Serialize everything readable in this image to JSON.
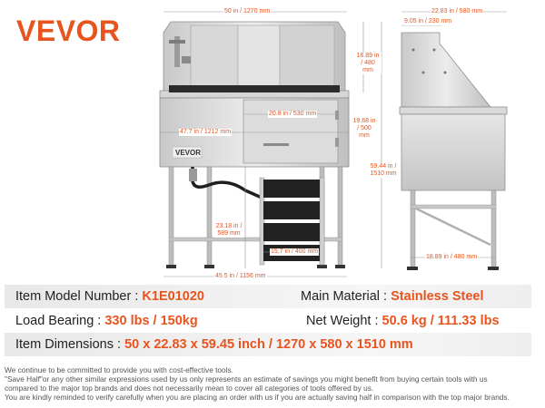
{
  "brand": {
    "logo_text": "VEVOR",
    "plate_text": "VEVOR",
    "accent_color": "#E8541E"
  },
  "dimensions": {
    "top_width": "50 in / 1270 mm",
    "back_height": "18.89 in / 480 mm",
    "door_width": "20.8 in / 530 mm",
    "tub_length": "47.7 in / 1212 mm",
    "tub_depth": "19.68 in / 500 mm",
    "total_height": "59.44 in / 1510 mm",
    "stand_height": "23.18 in / 589 mm",
    "ramp_width": "15.7 in / 400 mm",
    "base_width": "45.5 in / 1156 mm",
    "side_depth": "22.83 in / 580 mm",
    "side_top_depth": "9.05 in / 230 mm",
    "side_base_depth": "18.89 in / 480 mm"
  },
  "specs": {
    "model_label": "Item Model Number : ",
    "model_value": "K1E01020",
    "material_label": "Main Material : ",
    "material_value": "Stainless Steel",
    "load_label": "Load Bearing : ",
    "load_value": "330 lbs / 150kg",
    "weight_label": "Net Weight : ",
    "weight_value": "50.6 kg / 111.33 lbs",
    "dims_label": "Item Dimensions : ",
    "dims_value": "50 x 22.83 x 59.45 inch / 1270 x 580 x 1510 mm"
  },
  "notes": {
    "line1": "We continue to be committed to provide you with cost-effective tools.",
    "line2": "\"Save Half\"or any other similar expressions used by us only represents an estimate of savings you might benefit from buying certain tools with us",
    "line3": "compared to the major top brands and does not necessarily mean to cover all categories of tools offered by us.",
    "line4": "You are kindly reminded to verify carefully when you are placing an order with us if you are actually saving half in comparison with the top major brands."
  }
}
